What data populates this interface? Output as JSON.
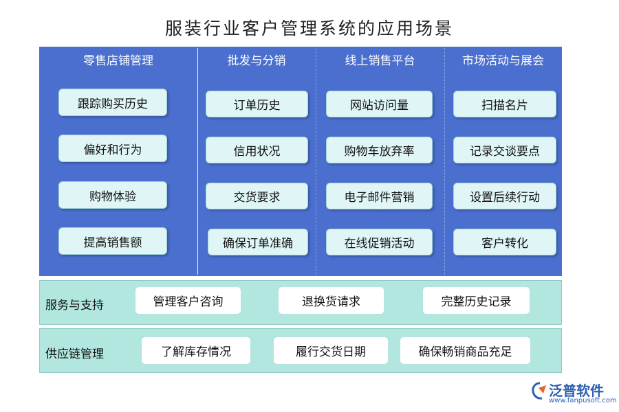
{
  "title": "服装行业客户管理系统的应用场景",
  "columns": [
    {
      "heading": "零售店铺管理",
      "items": [
        "跟踪购买历史",
        "偏好和行为",
        "购物体验",
        "提高销售额"
      ]
    },
    {
      "heading": "批发与分销",
      "items": [
        "订单历史",
        "信用状况",
        "交货要求",
        "确保订单准确"
      ]
    },
    {
      "heading": "线上销售平台",
      "items": [
        "网站访问量",
        "购物车放弃率",
        "电子邮件营销",
        "在线促销活动"
      ]
    },
    {
      "heading": "市场活动与展会",
      "items": [
        "扫描名片",
        "记录交谈要点",
        "设置后续行动",
        "客户转化"
      ]
    }
  ],
  "service": {
    "label": "服务与支持",
    "items": [
      "管理客户咨询",
      "退换货请求",
      "完整历史记录"
    ]
  },
  "supply": {
    "label": "供应链管理",
    "items": [
      "了解库存情况",
      "履行交货日期",
      "确保畅销商品充足"
    ]
  },
  "watermark": "泛普软件",
  "logo": {
    "name": "泛普软件",
    "url": "www.fanpusoft.com"
  },
  "colors": {
    "blue_panel": "#4a6fcf",
    "teal_panel": "#b2e7e0",
    "box_fill": "#dff5f6",
    "logo": "#2d5fb0"
  }
}
